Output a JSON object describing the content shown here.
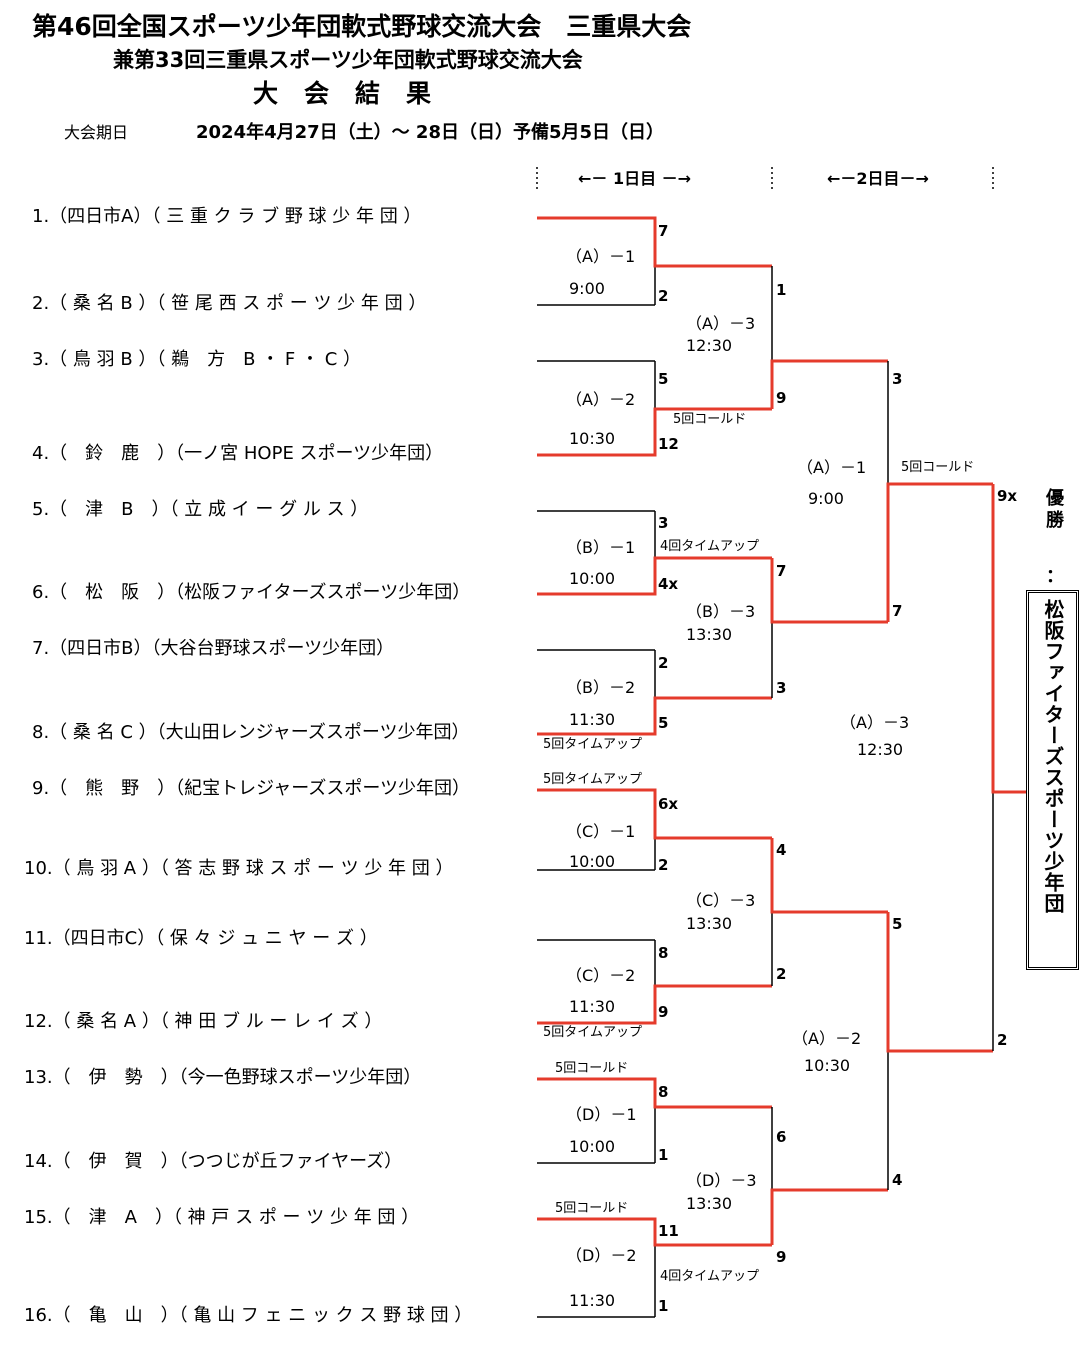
{
  "header": {
    "title_line1": "第46回全国スポーツ少年団軟式野球交流大会　三重県大会",
    "title_line2": "兼第33回三重県スポーツ少年団軟式野球交流大会",
    "title_line3": "大会結果",
    "period_label": "大会期日",
    "period_value": "2024年4月27日（土）～ 28日（日）予備5月5日（日）"
  },
  "day_labels": {
    "day1": "←－ 1日目 －→",
    "day2": "←－2日目－→"
  },
  "teams": [
    "1.（四日市A）（ 三 重 ク ラ ブ 野 球 少 年 団 ）",
    "2.（ 桑 名 B ）（ 笹 尾 西 ス ポ ー ツ 少 年 団 ）",
    "3.（ 鳥 羽 B ）（ 鵜　方　B ・ F ・ C ）",
    "4.（　鈴　鹿　）（一ノ宮 HOPE スポーツ少年団）",
    "5.（　津　B　）（ 立 成 イ ー グ ル ス ）",
    "6.（　松　阪　）（松阪ファイターズスポーツ少年団）",
    "7.（四日市B）（大谷台野球スポーツ少年団）",
    "8.（ 桑 名 C ）（大山田レンジャーズスポーツ少年団）",
    "9.（　熊　野　）（紀宝トレジャーズスポーツ少年団）",
    "10.（ 鳥 羽 A ）（ 答 志 野 球 ス ポ ー ツ 少 年 団 ）",
    "11.（四日市C）（ 保 々 ジ ュ ニ ヤ ー ズ ）",
    "12.（ 桑 名 A ）（ 神 田 ブ ル ー レ イ ズ ）",
    "13.（　伊　勢　）（今一色野球スポーツ少年団）",
    "14.（　伊　賀　）（つつじが丘ファイヤーズ）",
    "15.（　津　A　）（ 神 戸 ス ポ ー ツ 少 年 団 ）",
    "16.（　亀　山　）（ 亀 山 フ ェ ニ ッ ク ス 野 球 団 ）"
  ],
  "round1": [
    {
      "code": "（A）－1",
      "time": "9:00",
      "s1": "7",
      "s2": "2",
      "note": ""
    },
    {
      "code": "（A）－2",
      "time": "10:30",
      "s1": "5",
      "s2": "12",
      "note": ""
    },
    {
      "code": "（B）－1",
      "time": "10:00",
      "s1": "3",
      "s2": "4x",
      "note": ""
    },
    {
      "code": "（B）－2",
      "time": "11:30",
      "s1": "2",
      "s2": "5",
      "note": "5回タイムアップ"
    },
    {
      "code": "（C）－1",
      "time": "10:00",
      "s1": "6x",
      "s2": "2",
      "note": "5回タイムアップ"
    },
    {
      "code": "（C）－2",
      "time": "11:30",
      "s1": "8",
      "s2": "9",
      "note": "5回タイムアップ"
    },
    {
      "code": "（D）－1",
      "time": "10:00",
      "s1": "8",
      "s2": "1",
      "note": "5回コールド"
    },
    {
      "code": "（D）－2",
      "time": "11:30",
      "s1": "11",
      "s2": "1",
      "note": "5回コールド"
    }
  ],
  "round2": [
    {
      "code": "（A）－3",
      "time": "12:30",
      "s1": "1",
      "s2": "9",
      "note": "5回コールド"
    },
    {
      "code": "（B）－3",
      "time": "13:30",
      "s1": "7",
      "s2": "3",
      "note": "4回タイムアップ"
    },
    {
      "code": "（C）－3",
      "time": "13:30",
      "s1": "4",
      "s2": "2",
      "note": ""
    },
    {
      "code": "（D）－3",
      "time": "13:30",
      "s1": "6",
      "s2": "9",
      "note": "4回タイムアップ"
    }
  ],
  "semis": [
    {
      "code": "（A）－1",
      "time": "9:00",
      "s1": "3",
      "s2": "7",
      "note": "5回コールド"
    },
    {
      "code": "（A）－2",
      "time": "10:30",
      "s1": "5",
      "s2": "4",
      "note": ""
    }
  ],
  "final": {
    "code": "（A）－3",
    "time": "12:30",
    "s1": "9x",
    "s2": "2"
  },
  "champion": {
    "label": "優勝",
    "colon": "：",
    "name": "松阪ファイターズスポーツ少年団"
  },
  "colors": {
    "winner_line": "#e53b2c",
    "line": "#000000"
  }
}
